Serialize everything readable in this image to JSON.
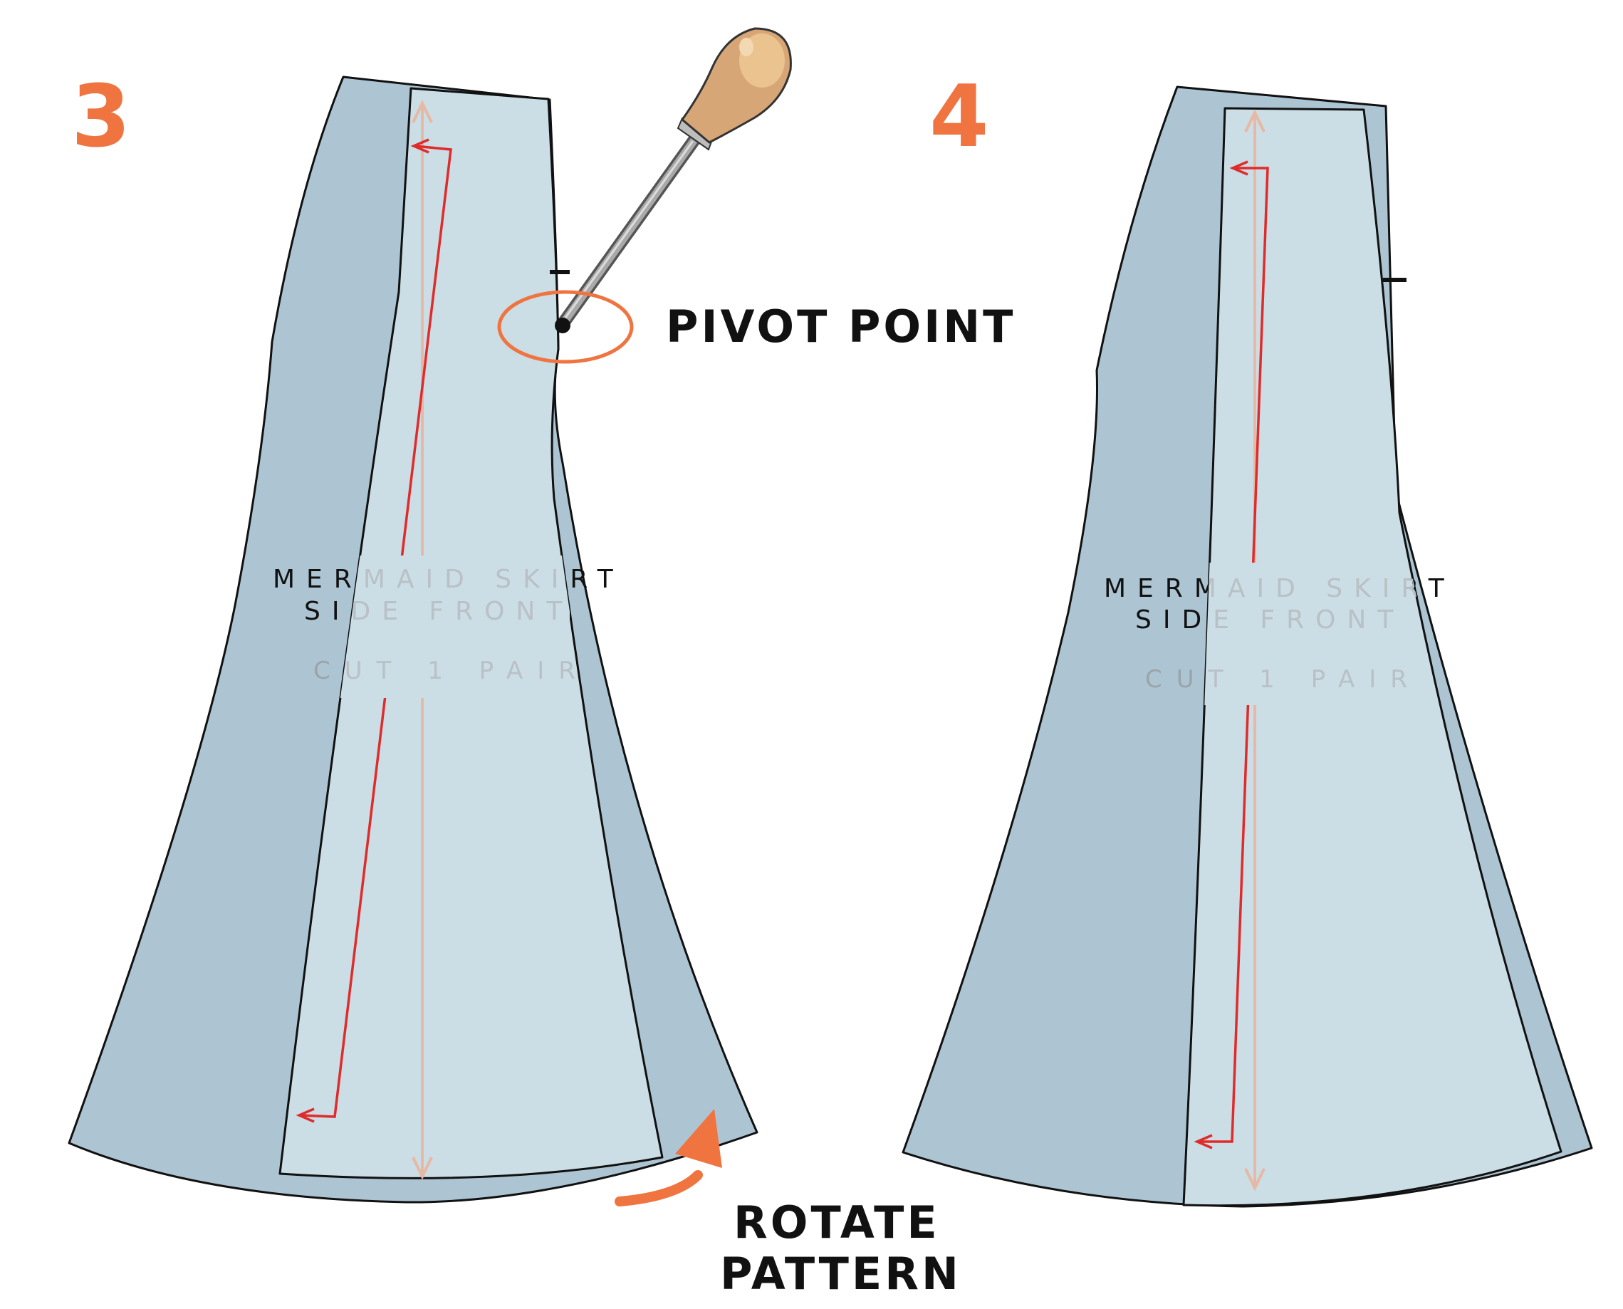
{
  "colors": {
    "accent": "#ef7440",
    "fabric_dark": "#adc5d3",
    "fabric_light": "#cbdde5",
    "outline": "#111111",
    "stitch_line": "#e02b2b",
    "grainline": "#e7b9a4",
    "faint_text": "#b9c1c6"
  },
  "step3": {
    "number": "3",
    "label_line1": "MERMAID SKIRT",
    "label_line2": "SIDE FRONT",
    "cut_text": "CUT 1 PAIR",
    "tool": "awl-icon"
  },
  "step4": {
    "number": "4",
    "label_line1": "MERMAID SKIRT",
    "label_line2": "SIDE FRONT",
    "cut_text": "CUT 1 PAIR"
  },
  "callouts": {
    "pivot_point": "PIVOT POINT",
    "rotate_line1": "ROTATE",
    "rotate_line2": "PATTERN"
  }
}
